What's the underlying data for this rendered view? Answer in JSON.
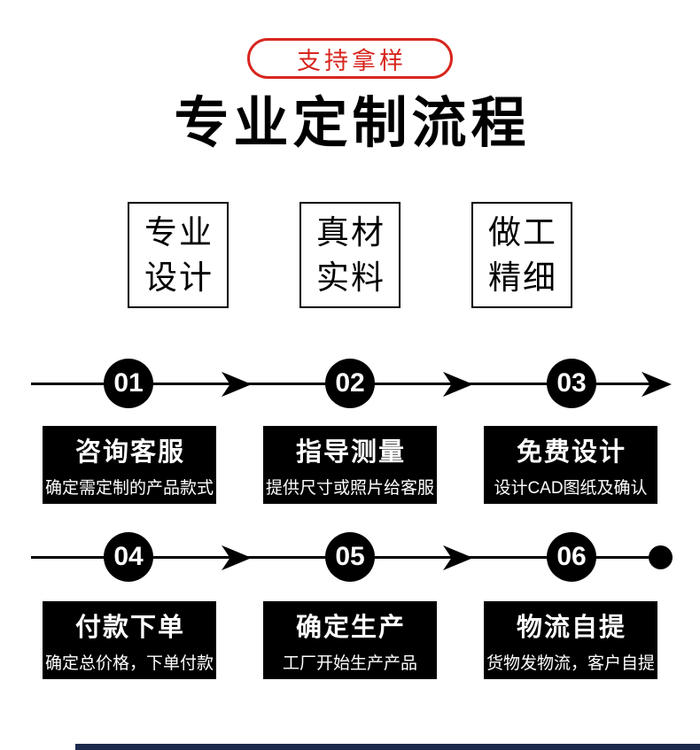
{
  "colors": {
    "red": "#d7261e",
    "ink": "#000000",
    "navy": "#1c2b4d"
  },
  "badge": {
    "label": "支持拿样"
  },
  "title": {
    "text": "专业定制流程"
  },
  "features": [
    {
      "line1": "专业",
      "line2": "设计"
    },
    {
      "line1": "真材",
      "line2": "实料"
    },
    {
      "line1": "做工",
      "line2": "精细"
    }
  ],
  "flow": {
    "rows": [
      {
        "steps": [
          {
            "number": "01",
            "title": "咨询客服",
            "desc": "确定需定制的产品款式"
          },
          {
            "number": "02",
            "title": "指导测量",
            "desc": "提供尺寸或照片给客服"
          },
          {
            "number": "03",
            "title": "免费设计",
            "desc": "设计CAD图纸及确认"
          }
        ],
        "terminator": "arrow"
      },
      {
        "steps": [
          {
            "number": "04",
            "title": "付款下单",
            "desc": "确定总价格，下单付款"
          },
          {
            "number": "05",
            "title": "确定生产",
            "desc": "工厂开始生产产品"
          },
          {
            "number": "06",
            "title": "物流自提",
            "desc": "货物发物流，客户自提"
          }
        ],
        "terminator": "dot"
      }
    ]
  }
}
